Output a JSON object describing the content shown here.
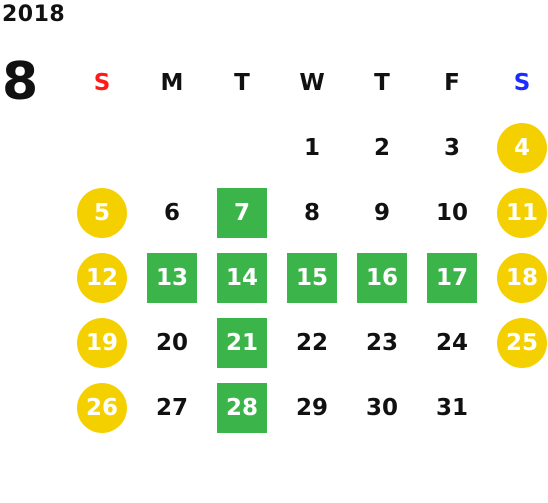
{
  "year": "2018",
  "month": "8",
  "weekdays": [
    {
      "label": "S",
      "type": "sun"
    },
    {
      "label": "M",
      "type": ""
    },
    {
      "label": "T",
      "type": ""
    },
    {
      "label": "W",
      "type": ""
    },
    {
      "label": "T",
      "type": ""
    },
    {
      "label": "F",
      "type": ""
    },
    {
      "label": "S",
      "type": "sat"
    }
  ],
  "weeks": [
    [
      null,
      null,
      null,
      {
        "day": "1",
        "style": ""
      },
      {
        "day": "2",
        "style": ""
      },
      {
        "day": "3",
        "style": ""
      },
      {
        "day": "4",
        "style": "weekend"
      }
    ],
    [
      {
        "day": "5",
        "style": "weekend"
      },
      {
        "day": "6",
        "style": ""
      },
      {
        "day": "7",
        "style": "green"
      },
      {
        "day": "8",
        "style": ""
      },
      {
        "day": "9",
        "style": ""
      },
      {
        "day": "10",
        "style": ""
      },
      {
        "day": "11",
        "style": "weekend"
      }
    ],
    [
      {
        "day": "12",
        "style": "weekend"
      },
      {
        "day": "13",
        "style": "green"
      },
      {
        "day": "14",
        "style": "green"
      },
      {
        "day": "15",
        "style": "green"
      },
      {
        "day": "16",
        "style": "green"
      },
      {
        "day": "17",
        "style": "green"
      },
      {
        "day": "18",
        "style": "weekend"
      }
    ],
    [
      {
        "day": "19",
        "style": "weekend"
      },
      {
        "day": "20",
        "style": ""
      },
      {
        "day": "21",
        "style": "green"
      },
      {
        "day": "22",
        "style": ""
      },
      {
        "day": "23",
        "style": ""
      },
      {
        "day": "24",
        "style": ""
      },
      {
        "day": "25",
        "style": "weekend"
      }
    ],
    [
      {
        "day": "26",
        "style": "weekend"
      },
      {
        "day": "27",
        "style": ""
      },
      {
        "day": "28",
        "style": "green"
      },
      {
        "day": "29",
        "style": ""
      },
      {
        "day": "30",
        "style": ""
      },
      {
        "day": "31",
        "style": ""
      },
      null
    ]
  ],
  "colors": {
    "weekend_circle": "#f5d000",
    "highlight_square": "#3bb54a",
    "sunday_label": "#ff1a1a",
    "saturday_label": "#1a2bff"
  }
}
